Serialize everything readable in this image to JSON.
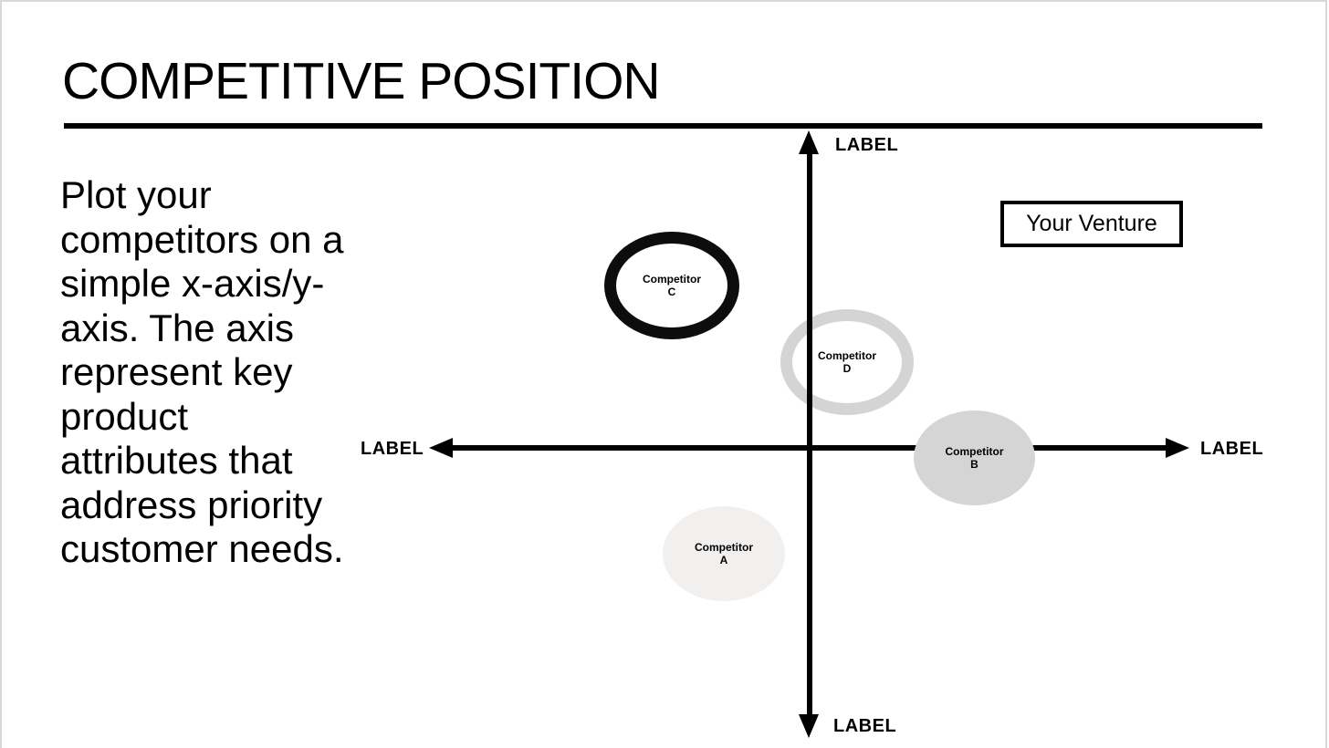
{
  "slide": {
    "title": "COMPETITIVE POSITION",
    "description": "Plot your\ncompetitors on a\nsimple x-axis/y-\naxis. The axis\nrepresent key\nproduct\nattributes that\naddress priority\ncustomer needs."
  },
  "diagram": {
    "type": "quadrant-positioning-map",
    "axis_labels": {
      "top": "LABEL",
      "bottom": "LABEL",
      "left": "LABEL",
      "right": "LABEL"
    },
    "venture_box": {
      "label": "Your Venture"
    },
    "competitors": [
      {
        "label": "Competitor\nA",
        "style": "very-light-gray-filled-ellipse",
        "position": "lower-left-quadrant"
      },
      {
        "label": "Competitor\nB",
        "style": "gray-filled-ellipse",
        "position": "on-x-axis-right-of-center"
      },
      {
        "label": "Competitor\nC",
        "style": "thick-black-outline-ellipse",
        "position": "upper-left-quadrant"
      },
      {
        "label": "Competitor\nD",
        "style": "thick-gray-outline-ellipse",
        "position": "on-y-axis-above-center"
      }
    ],
    "colors": {
      "axis": "#000000",
      "title_rule": "#000000",
      "competitor_a_fill": "#f1f0ef",
      "competitor_b_fill": "#d6d5d5",
      "competitor_c_outline": "#0d0d0d",
      "competitor_d_outline": "#d4d4d4",
      "frame_border": "#d8d8d8",
      "background": "#ffffff"
    }
  }
}
